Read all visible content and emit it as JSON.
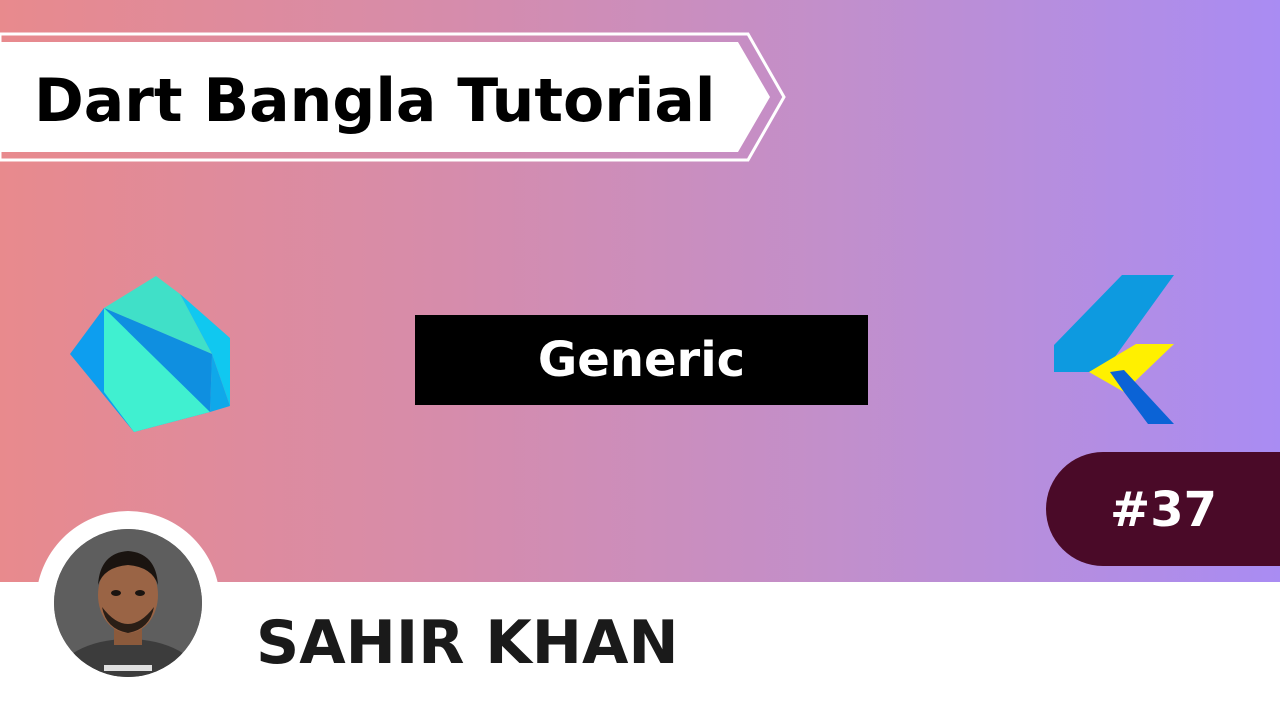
{
  "banner": {
    "title": "Dart Bangla Tutorial"
  },
  "topic": {
    "label": "Generic"
  },
  "episode": {
    "number": "#37"
  },
  "presenter": {
    "name": "SAHIR KHAN"
  },
  "icons": {
    "left_logo": "dart-logo-icon",
    "right_logo": "flutter-logo-icon",
    "avatar": "presenter-avatar-photo"
  },
  "colors": {
    "gradient_start": "#e88a8d",
    "gradient_end": "#a98cf3",
    "topic_box": "#000000",
    "episode_pill": "#4a0a28",
    "dart_cyan": "#40e0c8",
    "dart_blue": "#0d9eef",
    "flutter_blue": "#0d9ae0",
    "flutter_yellow": "#fff000"
  }
}
